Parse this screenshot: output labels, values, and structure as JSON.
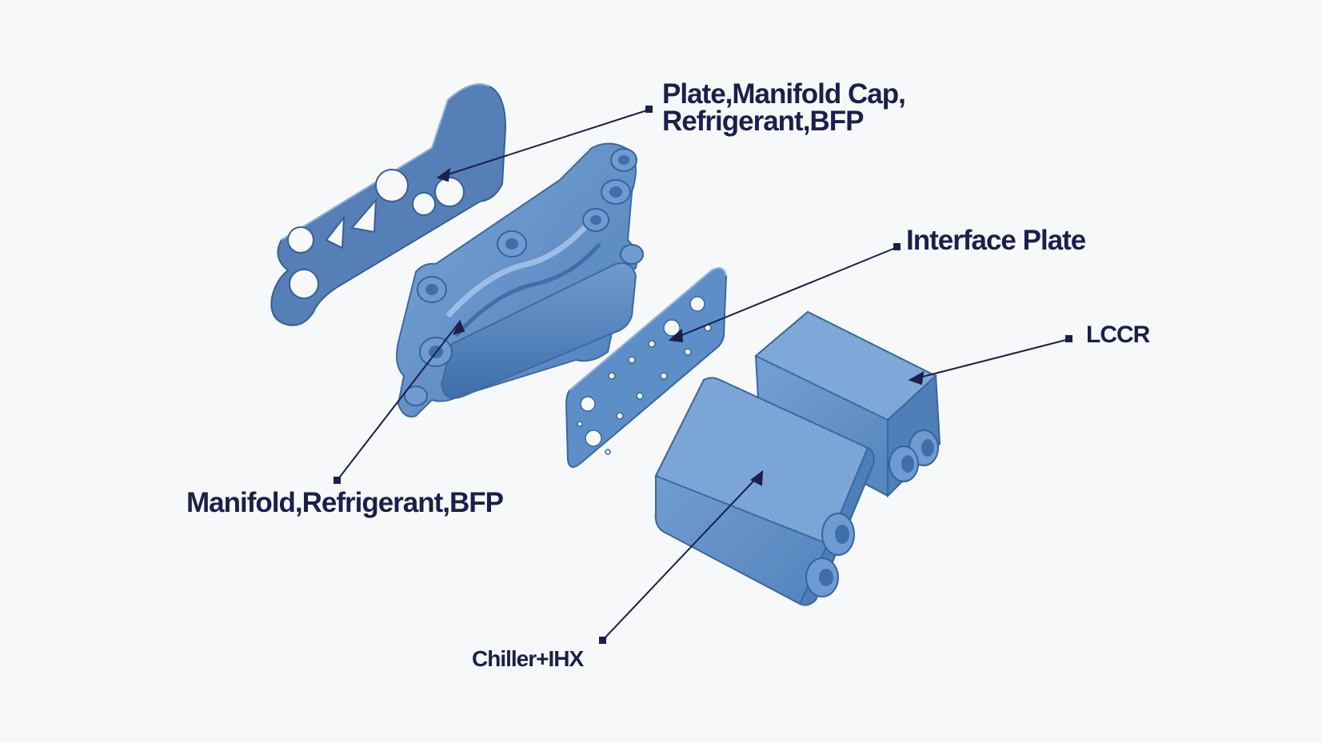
{
  "labels": {
    "plate_line1": "Plate,Manifold Cap,",
    "plate_line2": "Refrigerant,BFP",
    "interface": "Interface Plate",
    "lccr": "LCCR",
    "manifold": "Manifold,Refrigerant,BFP",
    "chiller": "Chiller+IHX"
  },
  "colors": {
    "background": "#f7f8f9",
    "part": "#5a8cc4",
    "part_dark": "#3f6fa8",
    "part_light": "#86aedb",
    "leader": "#1c1f4b",
    "text": "#1c1f4b"
  }
}
